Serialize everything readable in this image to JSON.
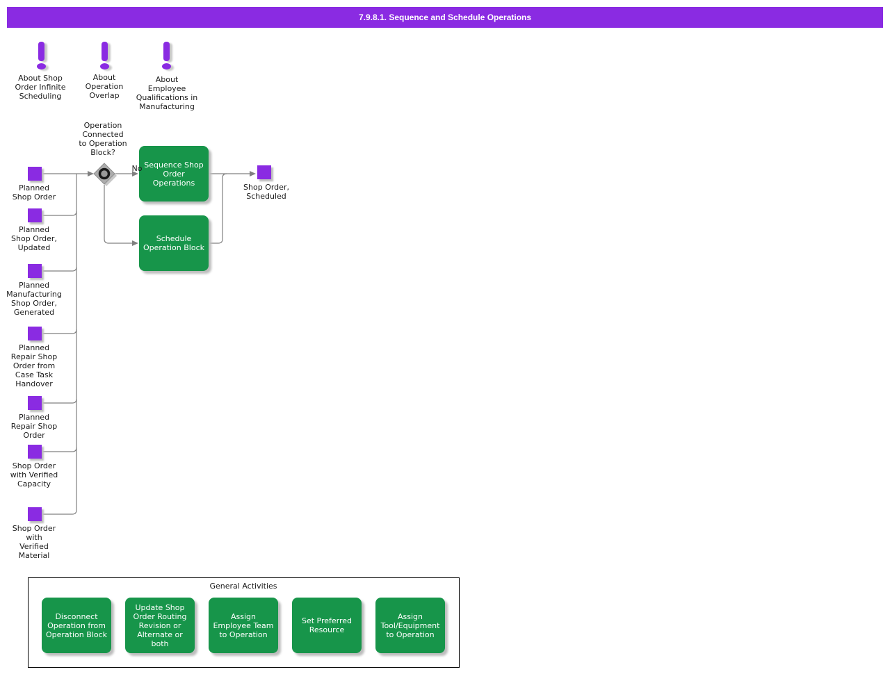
{
  "title_bar": {
    "text": "7.9.8.1. Sequence and Schedule Operations"
  },
  "colors": {
    "title_bar_purple": "#8a2be2",
    "node_purple": "#8a2be2",
    "activity_green": "#17954a",
    "connector_gray": "#808080",
    "text_dark": "#1a1a1a",
    "activity_text": "#ffffff"
  },
  "notes": [
    {
      "label": "About Shop\nOrder Infinite\nScheduling"
    },
    {
      "label": "About\nOperation\nOverlap"
    },
    {
      "label": "About\nEmployee\nQualifications in\nManufacturing"
    }
  ],
  "inputs": [
    {
      "label": "Planned\nShop Order"
    },
    {
      "label": "Planned\nShop Order,\nUpdated"
    },
    {
      "label": "Planned\nManufacturing\nShop Order,\nGenerated"
    },
    {
      "label": "Planned\nRepair Shop\nOrder from\nCase Task\nHandover"
    },
    {
      "label": "Planned\nRepair Shop\nOrder"
    },
    {
      "label": "Shop Order\nwith Verified\nCapacity"
    },
    {
      "label": "Shop Order\nwith\nVerified\nMaterial"
    }
  ],
  "decision": {
    "question": "Operation\nConnected\nto Operation\nBlock?",
    "branch_label": "No"
  },
  "activities": [
    {
      "label": "Sequence Shop\nOrder\nOperations"
    },
    {
      "label": "Schedule\nOperation Block"
    }
  ],
  "output": {
    "label": "Shop Order,\nScheduled"
  },
  "general_activities": {
    "title": "General Activities",
    "items": [
      {
        "label": "Disconnect\nOperation from\nOperation Block"
      },
      {
        "label": "Update Shop\nOrder Routing\nRevision or\nAlternate or\nboth"
      },
      {
        "label": "Assign\nEmployee Team\nto Operation"
      },
      {
        "label": "Set Preferred\nResource"
      },
      {
        "label": "Assign\nTool/Equipment\nto Operation"
      }
    ]
  }
}
